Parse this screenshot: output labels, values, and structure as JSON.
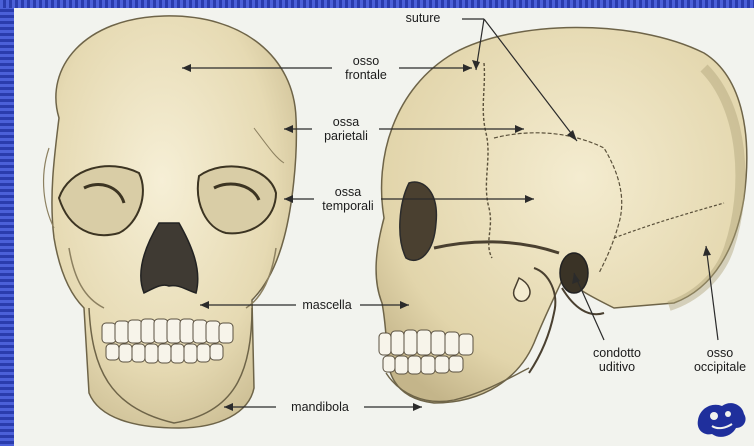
{
  "labels": {
    "suture": "suture",
    "osso_frontale": "osso\nfrontale",
    "ossa_parietali": "ossa\nparietali",
    "ossa_temporali": "ossa\ntemporali",
    "mascella": "mascella",
    "mandibola": "mandibola",
    "condotto_uditivo": "condotto\nuditivo",
    "osso_occipitale": "osso\noccipitale"
  },
  "colors": {
    "bone": "#eee4c2",
    "bone_shadow": "#c8bd98",
    "ink": "#2b2b2b",
    "slide_border": "#2a3fb5"
  },
  "icons": [
    "anatomy-logo-icon"
  ]
}
